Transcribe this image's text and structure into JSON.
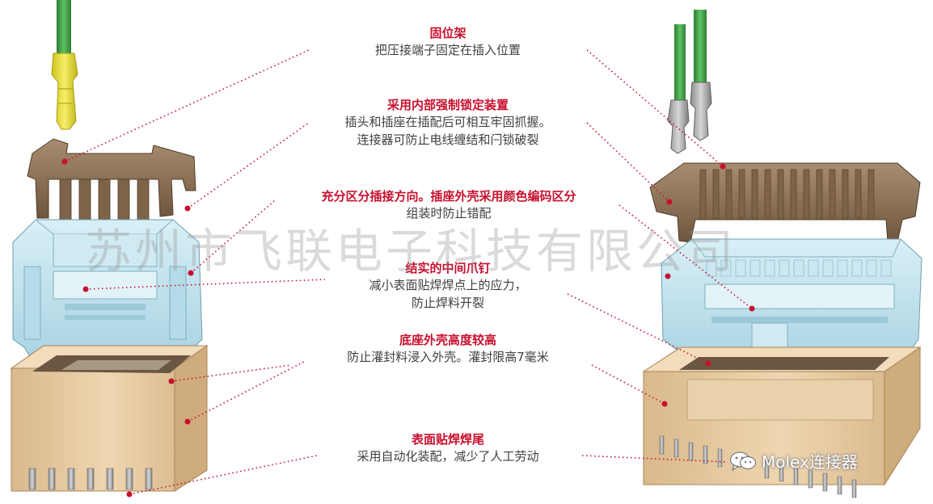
{
  "colors": {
    "title_red": "#c8102e",
    "desc_gray": "#404040",
    "leader_red": "#c8102e",
    "housing_blue": "#bfe3ef",
    "latch_brown": "#8a7055",
    "base_tan": "#e6c9a0",
    "wire_green": "#3f9e45",
    "terminal_yellow": "#e4d93a"
  },
  "labels": [
    {
      "title": "固位架",
      "desc": "把压接端子固定在插入位置"
    },
    {
      "title": "采用内部强制锁定装置",
      "desc": "插头和插座在插配后可相互牢固抓握。\n连接器可防止电线缠结和闩锁破裂"
    },
    {
      "title": "充分区分插接方向。插座外壳采用颜色编码区分",
      "desc": "组装时防止错配"
    },
    {
      "title": "结实的中间爪钉",
      "desc": "减小表面贴焊焊点上的应力，\n防止焊料开裂"
    },
    {
      "title": "底座外壳高度较高",
      "desc": "防止灌封料浸入外壳。灌封限高7毫米"
    },
    {
      "title": "表面贴焊焊尾",
      "desc": "采用自动化装配，减少了人工劳动"
    }
  ],
  "watermark": "苏州市飞联电子科技有限公司",
  "brand": {
    "icon": "wechat-icon",
    "text": "Molex连接器"
  }
}
